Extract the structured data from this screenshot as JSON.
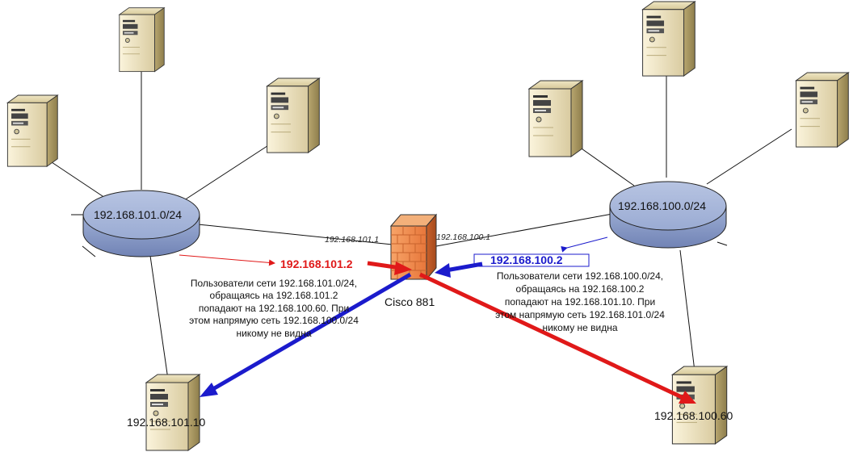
{
  "networks": {
    "left_label": "192.168.101.0/24",
    "right_label": "192.168.100.0/24"
  },
  "router": {
    "name": "Cisco 881",
    "left_if_ip": "192.168.101.1",
    "right_if_ip": "192.168.100.1"
  },
  "nat": {
    "left_ip": "192.168.101.2",
    "right_ip": "192.168.100.2"
  },
  "notes": {
    "left": [
      "Пользователи сети 192.168.101.0/24,",
      "обращаясь на 192.168.101.2",
      "попадают на 192.168.100.60. При",
      "этом напрямую сеть 192.168.100.0/24",
      "никому не видна"
    ],
    "right": [
      "Пользователи сети 192.168.100.0/24,",
      "обращаясь на 192.168.100.2",
      "попадают на 192.168.101.10. При",
      "этом напрямую сеть 192.168.101.0/24",
      "никому не видна"
    ]
  },
  "hosts": {
    "left_target": "192.168.101.10",
    "right_target": "192.168.100.60"
  },
  "colors": {
    "red_arrow": "#e01919",
    "blue_arrow": "#1b1bcc",
    "network_fill": "#a9b8d8"
  },
  "icons": {
    "server": "server-tower-icon",
    "firewall": "brick-firewall-icon",
    "network": "network-disc-icon"
  }
}
